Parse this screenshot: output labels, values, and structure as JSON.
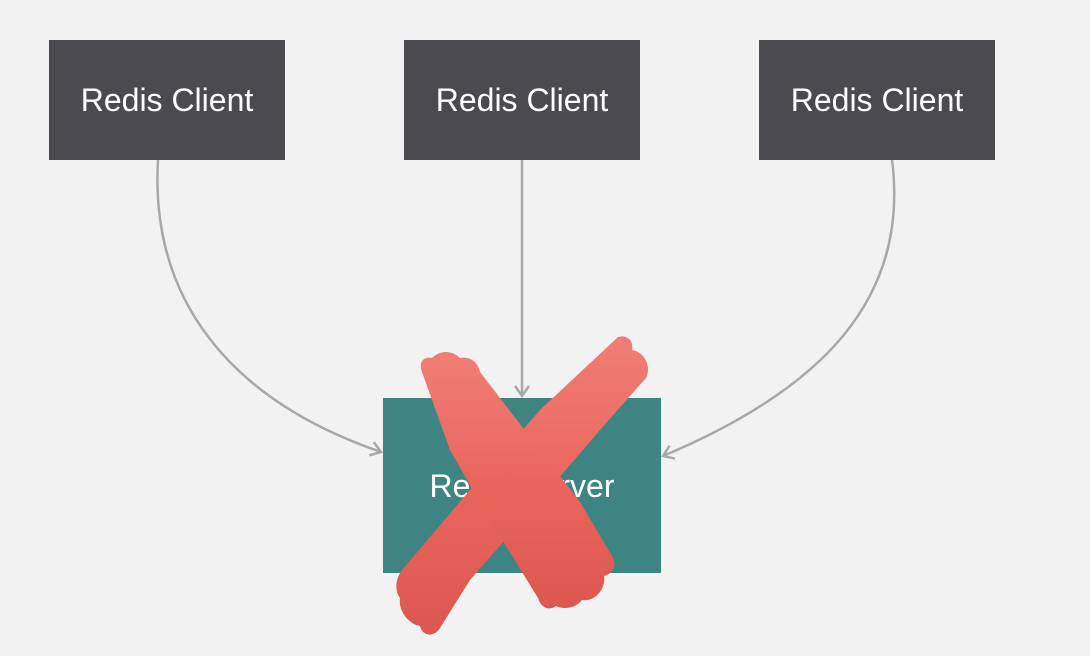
{
  "diagram": {
    "clients": [
      {
        "label": "Redis Client"
      },
      {
        "label": "Redis Client"
      },
      {
        "label": "Redis Client"
      }
    ],
    "server": {
      "label": "Redis Server"
    },
    "colors": {
      "background": "#f2f2f2",
      "client_fill": "#4b4a4f",
      "server_fill": "#3e8482",
      "edge": "#a8a8ab",
      "cross_mark": "#e8645c"
    },
    "overlay": {
      "icon": "red-x-cross-icon",
      "meaning": "server down"
    }
  }
}
